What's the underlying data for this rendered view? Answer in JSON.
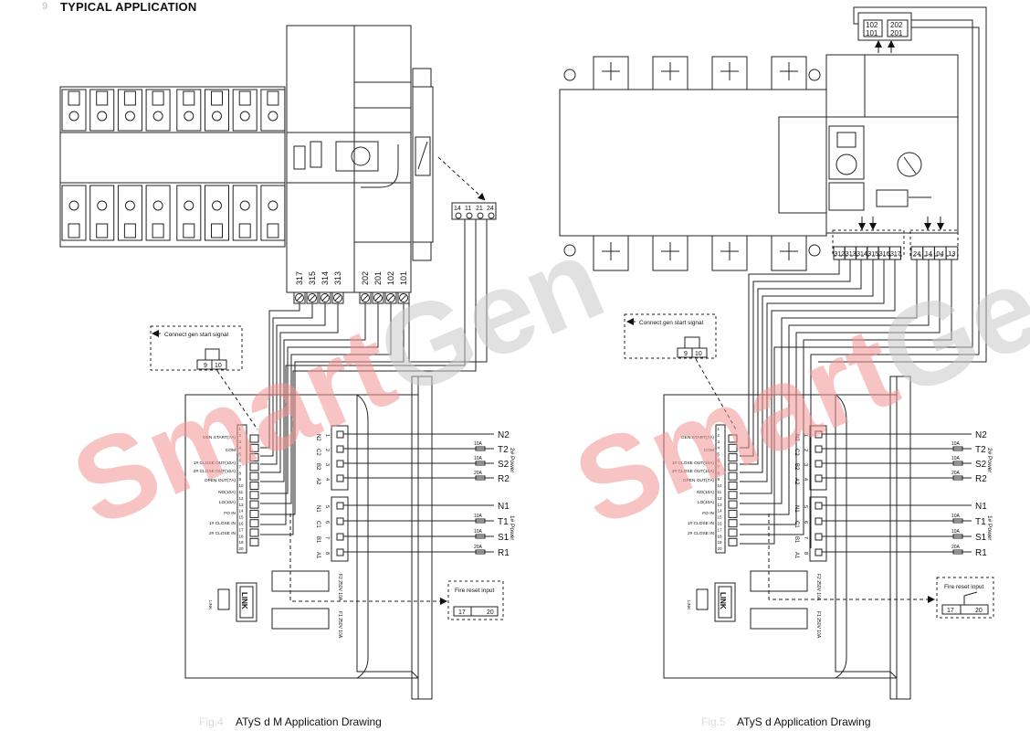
{
  "page": {
    "section_number": "9",
    "heading": "TYPICAL APPLICATION"
  },
  "left": {
    "fig_label": "Fig.4",
    "caption": "ATyS d M Application Drawing",
    "switch_terminals": [
      "317",
      "315",
      "314",
      "313",
      "202",
      "201",
      "102",
      "101"
    ],
    "aux_terminals": [
      "14",
      "11",
      "21",
      "24"
    ],
    "gen_box": {
      "label": "Connect gen start signal",
      "t1": "9",
      "t2": "10"
    },
    "fire_box": {
      "label": "Fire reset input",
      "t1": "17",
      "t2": "20"
    }
  },
  "right": {
    "fig_label": "Fig.5",
    "caption": "ATyS d Application Drawing",
    "top_box": [
      "102",
      "202",
      "101",
      "201"
    ],
    "switch_terminals_a": [
      "312",
      "313",
      "314",
      "315",
      "316",
      "317"
    ],
    "switch_terminals_b": [
      "24",
      "14",
      "04",
      "13"
    ],
    "gen_box": {
      "label": "Connect gen start signal",
      "t1": "9",
      "t2": "10"
    },
    "fire_box": {
      "label": "Fire reset input",
      "t1": "17",
      "t2": "20"
    }
  },
  "controller": {
    "left_labels": [
      "GEN START(7A)",
      "COM",
      "1# CLOSE OUT(10A)",
      "2# CLOSE OUT(10A)",
      "OPEN OUT(7A)",
      "NO(10A)",
      "LO(10A)",
      "FO IN",
      "1# CLOSE IN",
      "2# CLOSE IN"
    ],
    "terminal_numbers": [
      "1",
      "2",
      "3",
      "4",
      "5",
      "6",
      "7",
      "8",
      "9",
      "10",
      "11",
      "12",
      "13",
      "14",
      "15",
      "16",
      "17",
      "18",
      "19",
      "20"
    ],
    "src2_codes": [
      "N2",
      "C2",
      "B2",
      "A2"
    ],
    "src2_pins": [
      "1",
      "2",
      "3",
      "4"
    ],
    "src1_codes": [
      "N1",
      "C1",
      "B1",
      "A1"
    ],
    "src1_pins": [
      "5",
      "6",
      "7",
      "8"
    ],
    "power2_label": "2# Power",
    "power1_label": "1# Power",
    "src2_lines": [
      "N2",
      "T2",
      "S2",
      "R2"
    ],
    "src1_lines": [
      "N1",
      "T1",
      "S1",
      "R1"
    ],
    "fuse_ratings_2": [
      "",
      "10A",
      "10A",
      "20A"
    ],
    "fuse_ratings_1": [
      "",
      "10A",
      "10A",
      "20A"
    ],
    "fuse2_label": "F2 250V 10A",
    "fuse1_label": "F1 250V 10A",
    "link_label": "LINK",
    "link_small": "LINK"
  }
}
